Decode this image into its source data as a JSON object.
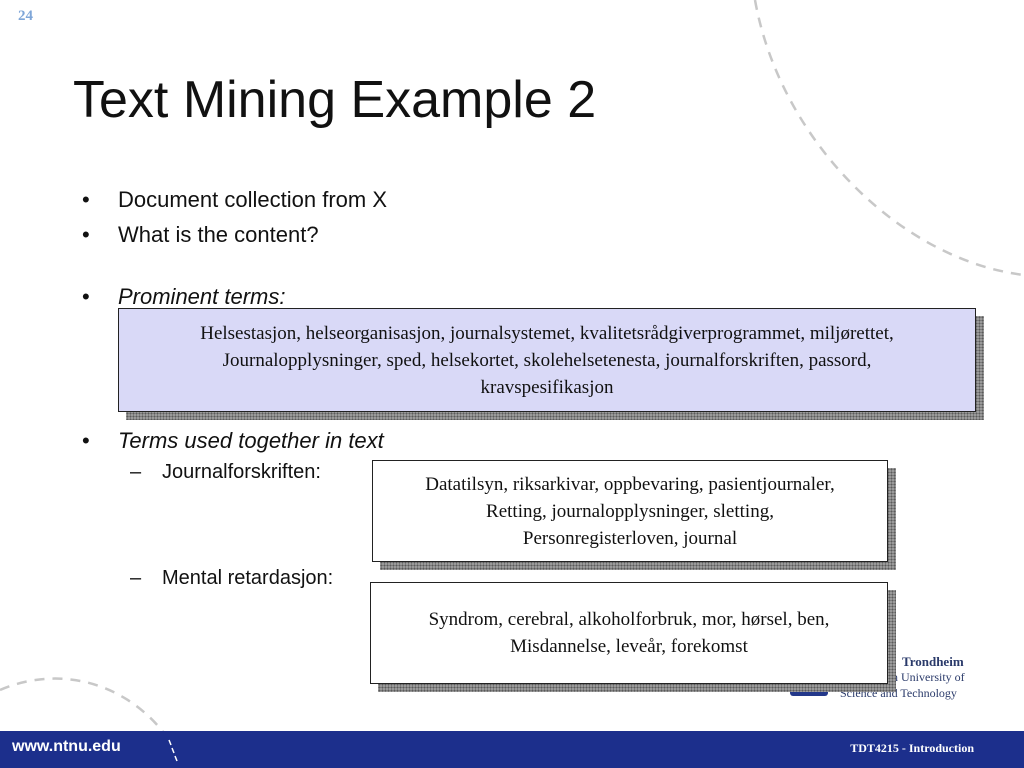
{
  "slide": {
    "number": "24",
    "title": "Text Mining Example 2"
  },
  "bullets": {
    "b1": "Document collection from X",
    "b2": "What is the content?",
    "b3": "Prominent terms:",
    "b4": "Terms used together in text",
    "bullet_glyph": "•",
    "dash_glyph": "–",
    "sub1": "Journalforskriften:",
    "sub2": "Mental retardasjon:"
  },
  "boxes": {
    "prominent": {
      "line1": "Helsestasjon, helseorganisasjon, journalsystemet, kvalitetsrådgiverprogrammet, miljørettet,",
      "line2": "Journalopplysninger, sped, helsekortet, skolehelsetenesta, journalforskriften, passord,",
      "line3": "kravspesifikasjon"
    },
    "journal": {
      "line1": "Datatilsyn, riksarkivar, oppbevaring, pasientjournaler,",
      "line2": "Retting, journalopplysninger, sletting,",
      "line3": "Personregisterloven, journal"
    },
    "mental": {
      "line1": "Syndrom, cerebral, alkoholforbruk, mor, hørsel, ben,",
      "line2": "Misdannelse, leveår, forekomst"
    }
  },
  "logo": {
    "line1": "Trondheim",
    "line2": "n University of",
    "line3": "Science and Technology"
  },
  "footer": {
    "url": "www.ntnu.edu",
    "course": "TDT4215 - Introduction"
  },
  "colors": {
    "footer_bg": "#1c2f8c",
    "prominent_box_bg": "#d9d9f7",
    "slide_number": "#7fa6d8"
  }
}
